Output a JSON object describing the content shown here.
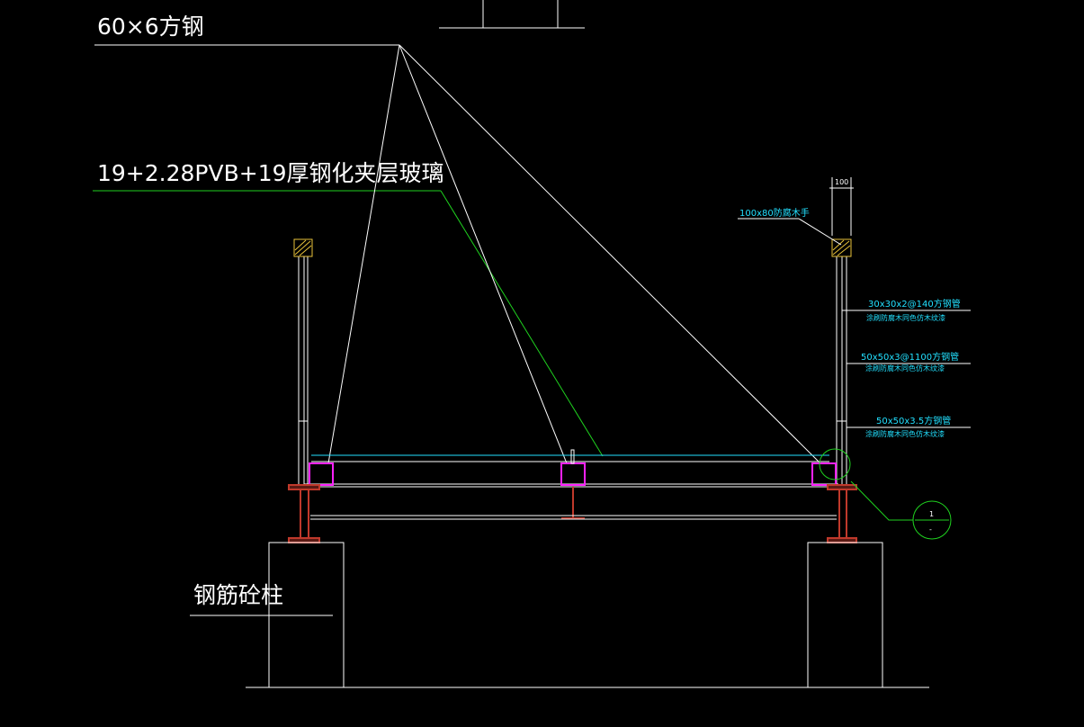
{
  "annotations": {
    "steel_60x6": "60×6方钢",
    "glass_laminated": "19+2.28PVB+19厚钢化夹层玻璃",
    "rc_column": "钢筋砼柱",
    "dim_100": "100",
    "handrail": "100x80防腐木手",
    "tube_30": "30x30x2@140方钢管",
    "tube_30_note": "涂刷防腐木同色仿木纹漆",
    "tube_50_1100": "50x50x3@1100方钢管",
    "tube_50_1100_note": "涂刷防腐木同色仿木纹漆",
    "tube_50_35": "50x50x3.5方钢管",
    "tube_50_35_note": "涂刷防腐木同色仿木纹漆",
    "detail_number": "1",
    "detail_sheet": "-"
  },
  "colors": {
    "background": "#000000",
    "line": "#ffffff",
    "leader_green": "#1fd11f",
    "cyan_text": "#22e0ff",
    "magenta": "#ff22ff",
    "steel_red": "#c0392b",
    "wood_yellow": "#e8c23a"
  }
}
